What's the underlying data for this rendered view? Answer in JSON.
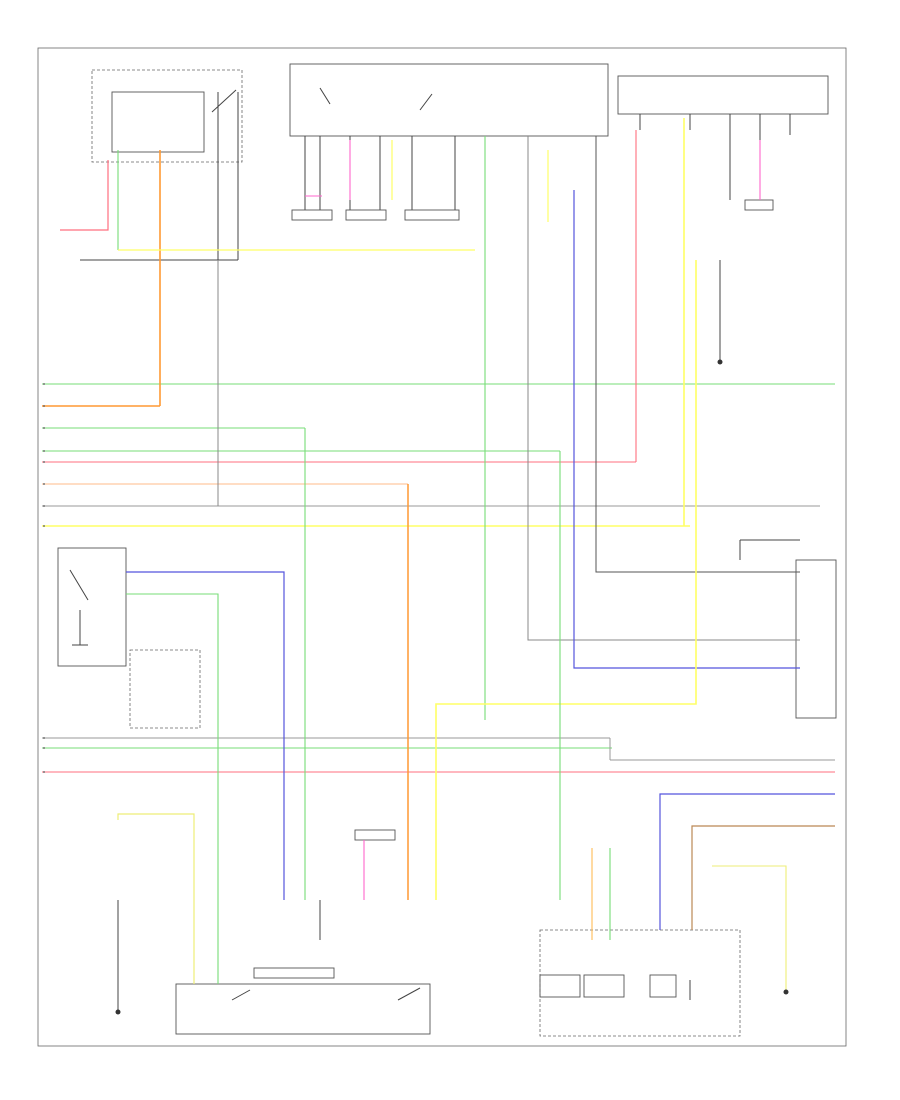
{
  "page_label": "",
  "components": [
    {
      "id": "top-center-module",
      "name": "",
      "icon": "module-icon"
    },
    {
      "id": "top-right-module",
      "name": "",
      "icon": "module-icon"
    },
    {
      "id": "top-left-relay",
      "name": "",
      "icon": "relay-icon"
    },
    {
      "id": "left-switch-module",
      "name": "",
      "icon": "switch-icon"
    },
    {
      "id": "right-side-module",
      "name": "",
      "icon": "module-icon"
    },
    {
      "id": "bottom-left-switch",
      "name": "",
      "icon": "switch-icon"
    },
    {
      "id": "bottom-right-module",
      "name": "",
      "icon": "module-icon"
    }
  ],
  "grounds": [
    {
      "id": "ground-bottom-left",
      "label": ""
    },
    {
      "id": "ground-bottom-right",
      "label": ""
    },
    {
      "id": "ground-top-right",
      "label": ""
    }
  ],
  "wire_colors": {
    "red": "#ff6f7f",
    "orange": "#ff9933",
    "green": "#77dd77",
    "yellow": "#ffff66",
    "blue": "#5555dd",
    "pink": "#ff66cc",
    "gray": "#888888",
    "black": "#333333",
    "brown": "#bb8855"
  }
}
